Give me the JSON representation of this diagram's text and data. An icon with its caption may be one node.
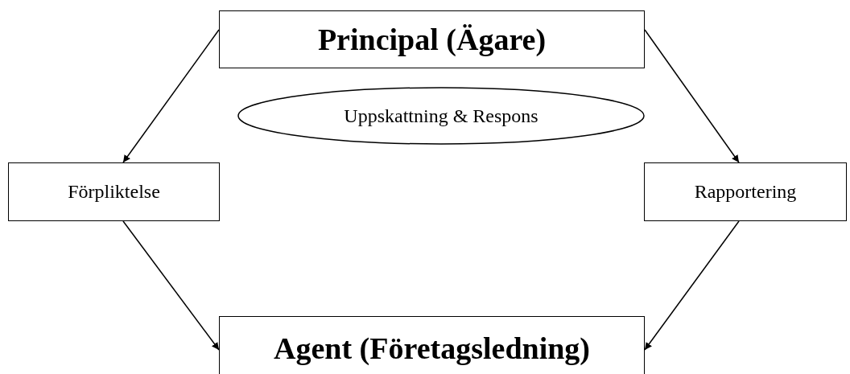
{
  "diagram": {
    "nodes": [
      {
        "text": [
          "Principal (Ägare)"
        ]
      },
      {
        "text": [
          "Uppskattning & Respons"
        ]
      },
      {
        "text": [
          "Förpliktelse"
        ]
      },
      {
        "text": [
          "Rapportering"
        ]
      },
      {
        "text": [
          "Agent (Företagsledning)"
        ]
      }
    ],
    "edges": [
      {
        "from": 0,
        "to": 2,
        "arrow": "to"
      },
      {
        "from": 0,
        "to": 3,
        "arrow": "to"
      },
      {
        "from": 2,
        "to": 4,
        "arrow": "to"
      },
      {
        "from": 3,
        "to": 4,
        "arrow": "to"
      }
    ]
  }
}
